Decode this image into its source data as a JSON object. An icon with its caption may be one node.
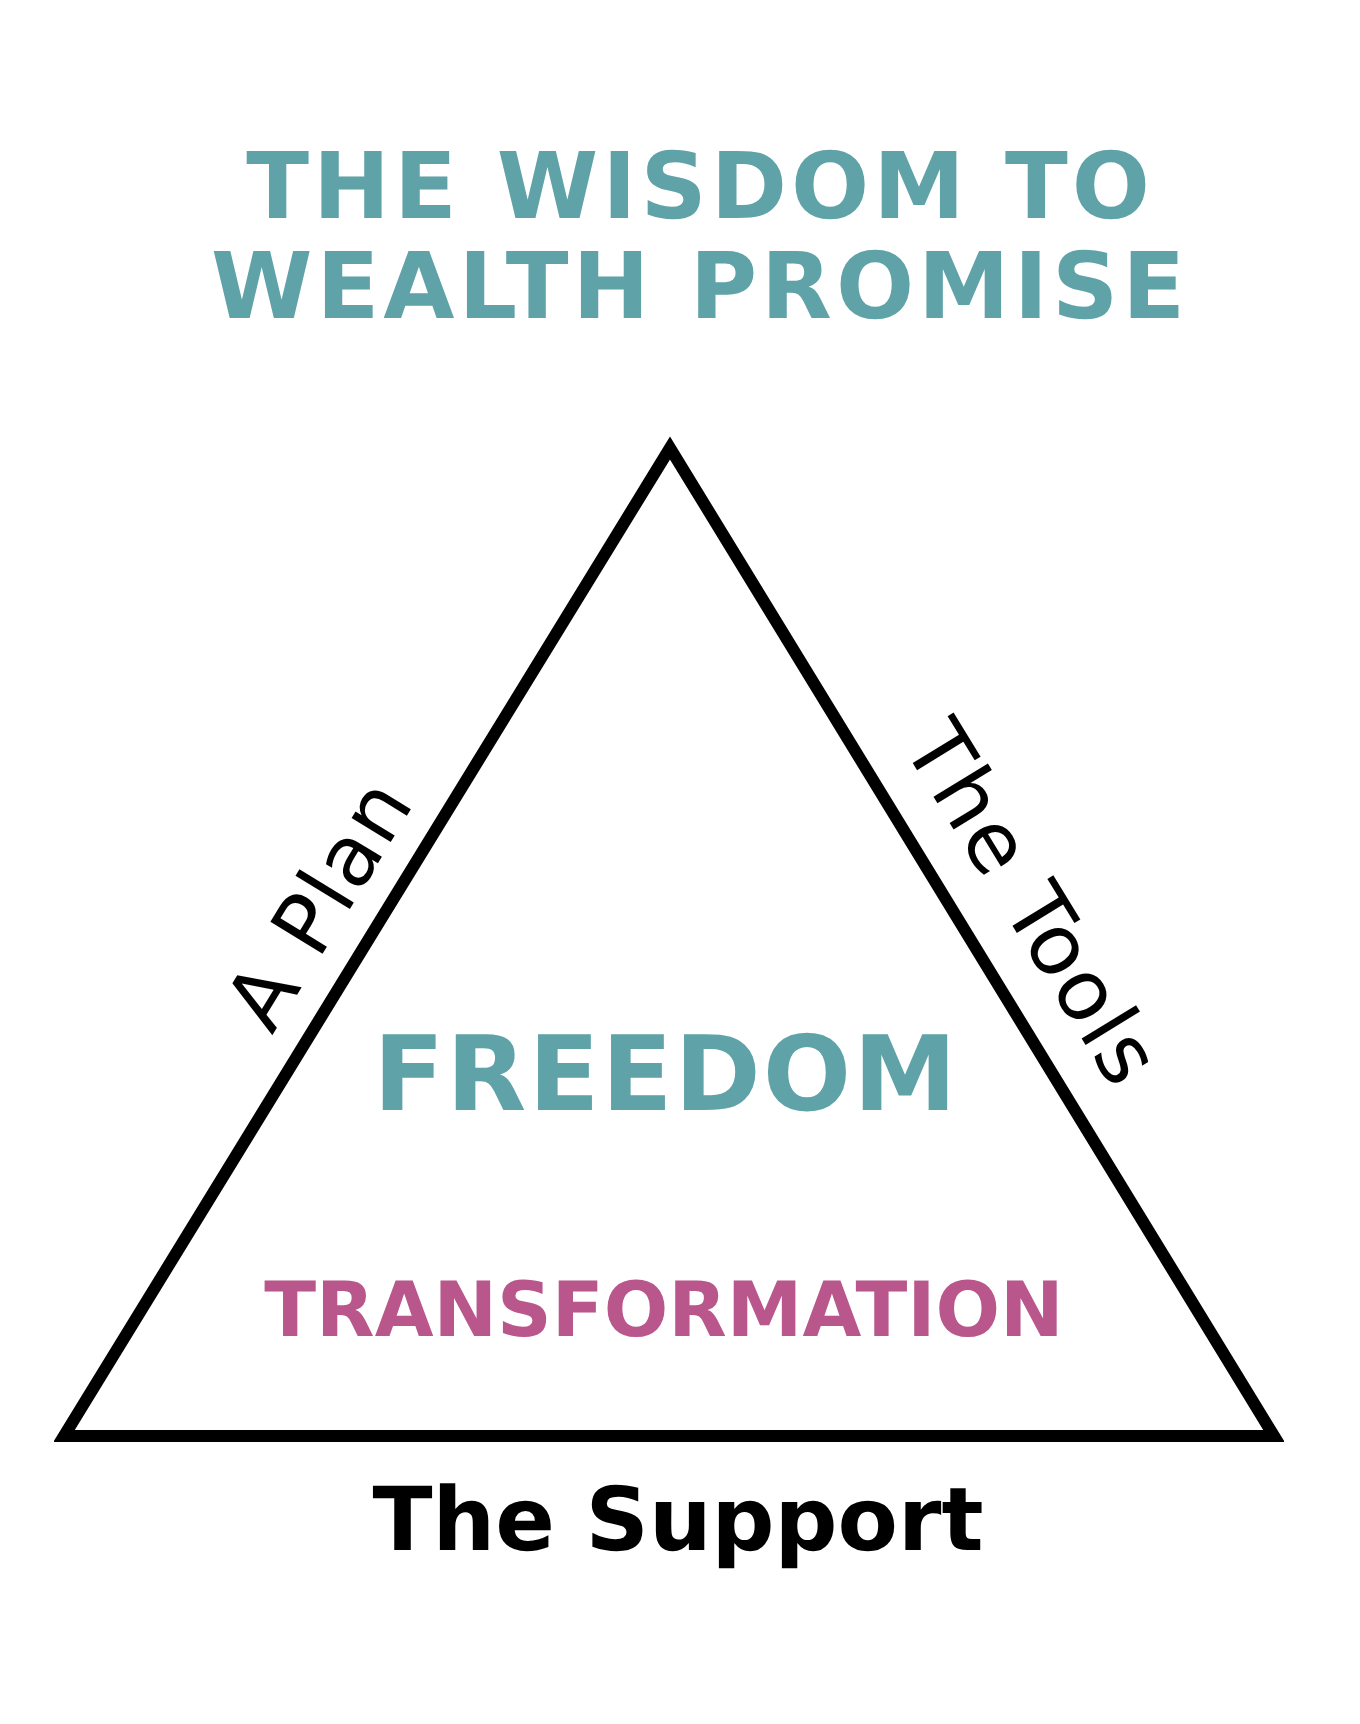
{
  "diagram": {
    "title": "THE WISDOM TO WEALTH PROMISE",
    "nodes": [
      {
        "text": [
          "FREEDOM",
          "TRANSFORMATION"
        ],
        "beside": [
          "A Plan",
          "The Tools",
          "The Support"
        ]
      }
    ]
  }
}
